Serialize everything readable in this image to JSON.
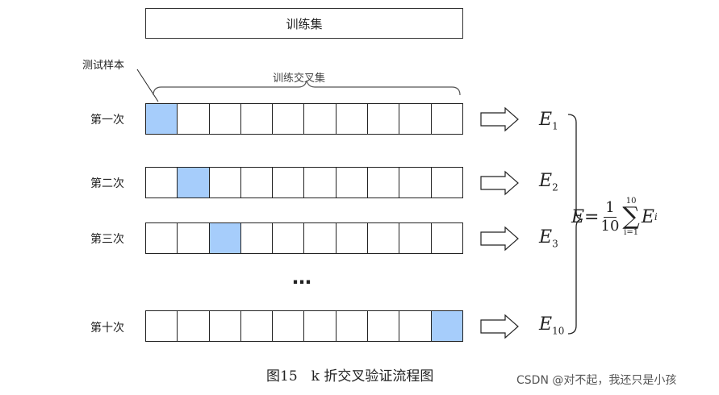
{
  "training_set_label": "训练集",
  "test_sample_label": "测试样本",
  "cv_set_label": "训练交叉集",
  "folds": [
    {
      "label": "第一次",
      "test_index": 0,
      "error": "E",
      "error_sub": "1"
    },
    {
      "label": "第二次",
      "test_index": 1,
      "error": "E",
      "error_sub": "2"
    },
    {
      "label": "第三次",
      "test_index": 2,
      "error": "E",
      "error_sub": "3"
    },
    {
      "label": "第十次",
      "test_index": 9,
      "error": "E",
      "error_sub": "10"
    }
  ],
  "cells_per_row": 10,
  "ellipsis": "…",
  "formula": {
    "lhs": "E=",
    "numerator": "1",
    "denominator": "10",
    "sum_top": "10",
    "sum_bottom": "i=1",
    "term": "E",
    "term_sub": "i"
  },
  "caption": "图15　k 折交叉验证流程图",
  "watermark": "CSDN @对不起，我还只是小孩",
  "colors": {
    "test_cell": "#a6cdfb",
    "line": "#222222"
  }
}
